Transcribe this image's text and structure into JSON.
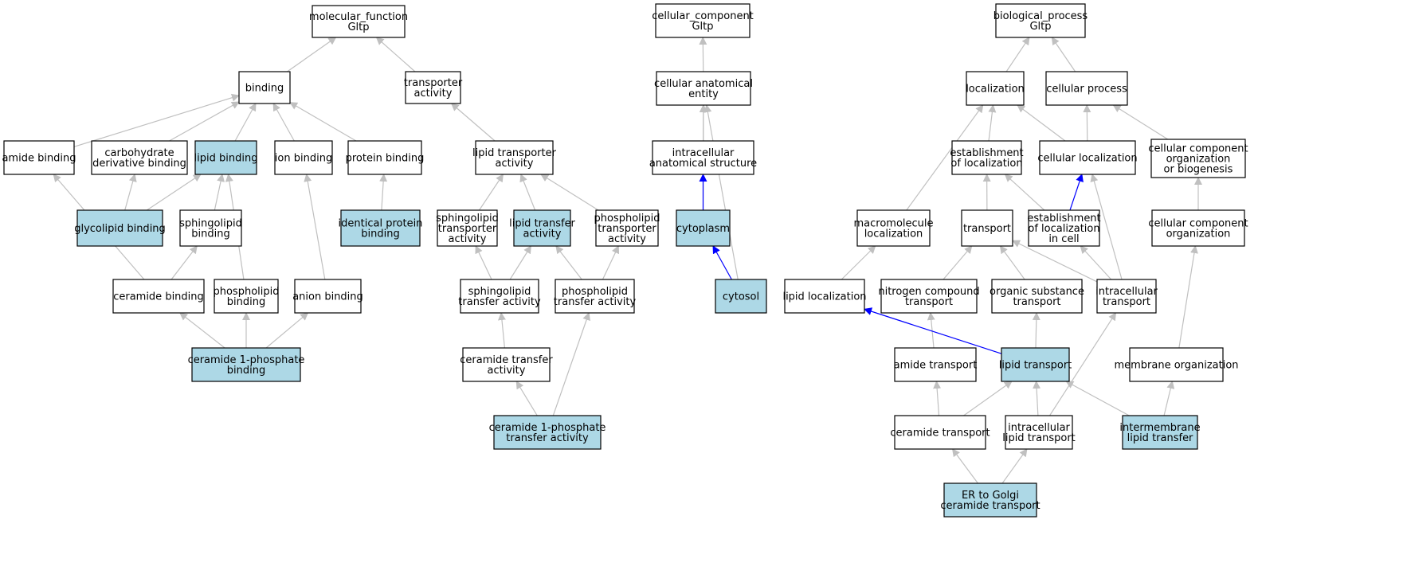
{
  "colors": {
    "highlight_fill": "#add8e6",
    "plain_fill": "#ffffff",
    "edge_gray": "#c0c0c0",
    "edge_blue": "#0000ff",
    "border": "#000000"
  },
  "nodes": [
    {
      "id": "mf",
      "lines": [
        "molecular_function",
        "Gltp"
      ],
      "highlight": false
    },
    {
      "id": "bind",
      "lines": [
        "binding"
      ],
      "highlight": false
    },
    {
      "id": "tact",
      "lines": [
        "transporter",
        "activity"
      ],
      "highlight": false
    },
    {
      "id": "amide",
      "lines": [
        "amide binding"
      ],
      "highlight": false
    },
    {
      "id": "carb",
      "lines": [
        "carbohydrate",
        "derivative binding"
      ],
      "highlight": false
    },
    {
      "id": "lipb",
      "lines": [
        "lipid binding"
      ],
      "highlight": true
    },
    {
      "id": "ionb",
      "lines": [
        "ion binding"
      ],
      "highlight": false
    },
    {
      "id": "protb",
      "lines": [
        "protein binding"
      ],
      "highlight": false
    },
    {
      "id": "glyco",
      "lines": [
        "glycolipid binding"
      ],
      "highlight": true
    },
    {
      "id": "sphb",
      "lines": [
        "sphingolipid",
        "binding"
      ],
      "highlight": false
    },
    {
      "id": "idprot",
      "lines": [
        "identical protein",
        "binding"
      ],
      "highlight": true
    },
    {
      "id": "cerb",
      "lines": [
        "ceramide binding"
      ],
      "highlight": false
    },
    {
      "id": "phob",
      "lines": [
        "phospholipid",
        "binding"
      ],
      "highlight": false
    },
    {
      "id": "anion",
      "lines": [
        "anion binding"
      ],
      "highlight": false
    },
    {
      "id": "c1pb",
      "lines": [
        "ceramide 1-phosphate",
        "binding"
      ],
      "highlight": true
    },
    {
      "id": "lta",
      "lines": [
        "lipid transporter",
        "activity"
      ],
      "highlight": false
    },
    {
      "id": "sphta",
      "lines": [
        "sphingolipid",
        "transporter",
        "activity"
      ],
      "highlight": false
    },
    {
      "id": "ltra",
      "lines": [
        "lipid transfer",
        "activity"
      ],
      "highlight": true
    },
    {
      "id": "phota",
      "lines": [
        "phospholipid",
        "transporter",
        "activity"
      ],
      "highlight": false
    },
    {
      "id": "sphtr",
      "lines": [
        "sphingolipid",
        "transfer activity"
      ],
      "highlight": false
    },
    {
      "id": "photr",
      "lines": [
        "phospholipid",
        "transfer activity"
      ],
      "highlight": false
    },
    {
      "id": "certr",
      "lines": [
        "ceramide transfer",
        "activity"
      ],
      "highlight": false
    },
    {
      "id": "c1ptr",
      "lines": [
        "ceramide 1-phosphate",
        "transfer activity"
      ],
      "highlight": true
    },
    {
      "id": "cc",
      "lines": [
        "cellular_component",
        "Gltp"
      ],
      "highlight": false
    },
    {
      "id": "cae",
      "lines": [
        "cellular anatomical",
        "entity"
      ],
      "highlight": false
    },
    {
      "id": "ias",
      "lines": [
        "intracellular",
        "anatomical structure"
      ],
      "highlight": false
    },
    {
      "id": "cyto",
      "lines": [
        "cytoplasm"
      ],
      "highlight": true
    },
    {
      "id": "cytosol",
      "lines": [
        "cytosol"
      ],
      "highlight": true
    },
    {
      "id": "bp",
      "lines": [
        "biological_process",
        "Gltp"
      ],
      "highlight": false
    },
    {
      "id": "loc",
      "lines": [
        "localization"
      ],
      "highlight": false
    },
    {
      "id": "cp",
      "lines": [
        "cellular process"
      ],
      "highlight": false
    },
    {
      "id": "estloc",
      "lines": [
        "establishment",
        "of localization"
      ],
      "highlight": false
    },
    {
      "id": "cloc",
      "lines": [
        "cellular localization"
      ],
      "highlight": false
    },
    {
      "id": "ccob",
      "lines": [
        "cellular component",
        "organization",
        "or biogenesis"
      ],
      "highlight": false
    },
    {
      "id": "mloc",
      "lines": [
        "macromolecule",
        "localization"
      ],
      "highlight": false
    },
    {
      "id": "trans",
      "lines": [
        "transport"
      ],
      "highlight": false
    },
    {
      "id": "estcell",
      "lines": [
        "establishment",
        "of localization",
        "in cell"
      ],
      "highlight": false
    },
    {
      "id": "cco",
      "lines": [
        "cellular component",
        "organization"
      ],
      "highlight": false
    },
    {
      "id": "liploc",
      "lines": [
        "lipid localization"
      ],
      "highlight": false
    },
    {
      "id": "ncomp",
      "lines": [
        "nitrogen compound",
        "transport"
      ],
      "highlight": false
    },
    {
      "id": "osub",
      "lines": [
        "organic substance",
        "transport"
      ],
      "highlight": false
    },
    {
      "id": "ict",
      "lines": [
        "intracellular",
        "transport"
      ],
      "highlight": false
    },
    {
      "id": "amtr",
      "lines": [
        "amide transport"
      ],
      "highlight": false
    },
    {
      "id": "liptr",
      "lines": [
        "lipid transport"
      ],
      "highlight": true
    },
    {
      "id": "memorg",
      "lines": [
        "membrane organization"
      ],
      "highlight": false
    },
    {
      "id": "certrp",
      "lines": [
        "ceramide transport"
      ],
      "highlight": false
    },
    {
      "id": "iclt",
      "lines": [
        "intracellular",
        "lipid transport"
      ],
      "highlight": false
    },
    {
      "id": "imlt",
      "lines": [
        "intermembrane",
        "lipid transfer"
      ],
      "highlight": true
    },
    {
      "id": "ertogol",
      "lines": [
        "ER to Golgi",
        "ceramide transport"
      ],
      "highlight": true
    }
  ],
  "edges": [
    {
      "from": "bind",
      "to": "mf",
      "blue": false
    },
    {
      "from": "tact",
      "to": "mf",
      "blue": false
    },
    {
      "from": "amide",
      "to": "bind",
      "blue": false
    },
    {
      "from": "carb",
      "to": "bind",
      "blue": false
    },
    {
      "from": "lipb",
      "to": "bind",
      "blue": false
    },
    {
      "from": "ionb",
      "to": "bind",
      "blue": false
    },
    {
      "from": "protb",
      "to": "bind",
      "blue": false
    },
    {
      "from": "glyco",
      "to": "carb",
      "blue": false
    },
    {
      "from": "glyco",
      "to": "lipb",
      "blue": false
    },
    {
      "from": "sphb",
      "to": "lipb",
      "blue": false
    },
    {
      "from": "phob",
      "to": "lipb",
      "blue": false
    },
    {
      "from": "idprot",
      "to": "protb",
      "blue": false
    },
    {
      "from": "cerb",
      "to": "amide",
      "blue": false
    },
    {
      "from": "cerb",
      "to": "sphb",
      "blue": false
    },
    {
      "from": "anion",
      "to": "ionb",
      "blue": false
    },
    {
      "from": "c1pb",
      "to": "cerb",
      "blue": false
    },
    {
      "from": "c1pb",
      "to": "phob",
      "blue": false
    },
    {
      "from": "c1pb",
      "to": "anion",
      "blue": false
    },
    {
      "from": "lta",
      "to": "tact",
      "blue": false
    },
    {
      "from": "sphta",
      "to": "lta",
      "blue": false
    },
    {
      "from": "ltra",
      "to": "lta",
      "blue": false
    },
    {
      "from": "phota",
      "to": "lta",
      "blue": false
    },
    {
      "from": "sphtr",
      "to": "sphta",
      "blue": false
    },
    {
      "from": "sphtr",
      "to": "ltra",
      "blue": false
    },
    {
      "from": "photr",
      "to": "ltra",
      "blue": false
    },
    {
      "from": "photr",
      "to": "phota",
      "blue": false
    },
    {
      "from": "certr",
      "to": "sphtr",
      "blue": false
    },
    {
      "from": "c1ptr",
      "to": "certr",
      "blue": false
    },
    {
      "from": "c1ptr",
      "to": "photr",
      "blue": false
    },
    {
      "from": "cae",
      "to": "cc",
      "blue": false
    },
    {
      "from": "ias",
      "to": "cae",
      "blue": false
    },
    {
      "from": "cyto",
      "to": "cae",
      "blue": false
    },
    {
      "from": "cyto",
      "to": "ias",
      "blue": true
    },
    {
      "from": "cytosol",
      "to": "cyto",
      "blue": true
    },
    {
      "from": "cytosol",
      "to": "cae",
      "blue": false
    },
    {
      "from": "loc",
      "to": "bp",
      "blue": false
    },
    {
      "from": "cp",
      "to": "bp",
      "blue": false
    },
    {
      "from": "estloc",
      "to": "loc",
      "blue": false
    },
    {
      "from": "cloc",
      "to": "loc",
      "blue": false
    },
    {
      "from": "cloc",
      "to": "cp",
      "blue": false
    },
    {
      "from": "ccob",
      "to": "cp",
      "blue": false
    },
    {
      "from": "mloc",
      "to": "loc",
      "blue": false
    },
    {
      "from": "trans",
      "to": "estloc",
      "blue": false
    },
    {
      "from": "estcell",
      "to": "estloc",
      "blue": false
    },
    {
      "from": "estcell",
      "to": "cloc",
      "blue": true
    },
    {
      "from": "cco",
      "to": "ccob",
      "blue": false
    },
    {
      "from": "liploc",
      "to": "mloc",
      "blue": false
    },
    {
      "from": "ncomp",
      "to": "trans",
      "blue": false
    },
    {
      "from": "osub",
      "to": "trans",
      "blue": false
    },
    {
      "from": "ict",
      "to": "trans",
      "blue": false
    },
    {
      "from": "ict",
      "to": "estcell",
      "blue": false
    },
    {
      "from": "ict",
      "to": "cloc",
      "blue": false
    },
    {
      "from": "amtr",
      "to": "ncomp",
      "blue": false
    },
    {
      "from": "liptr",
      "to": "osub",
      "blue": false
    },
    {
      "from": "liptr",
      "to": "liploc",
      "blue": true
    },
    {
      "from": "memorg",
      "to": "cco",
      "blue": false
    },
    {
      "from": "certrp",
      "to": "amtr",
      "blue": false
    },
    {
      "from": "certrp",
      "to": "liptr",
      "blue": false
    },
    {
      "from": "iclt",
      "to": "liptr",
      "blue": false
    },
    {
      "from": "iclt",
      "to": "ict",
      "blue": false
    },
    {
      "from": "imlt",
      "to": "liptr",
      "blue": false
    },
    {
      "from": "imlt",
      "to": "memorg",
      "blue": false
    },
    {
      "from": "ertogol",
      "to": "certrp",
      "blue": false
    },
    {
      "from": "ertogol",
      "to": "iclt",
      "blue": false
    }
  ]
}
